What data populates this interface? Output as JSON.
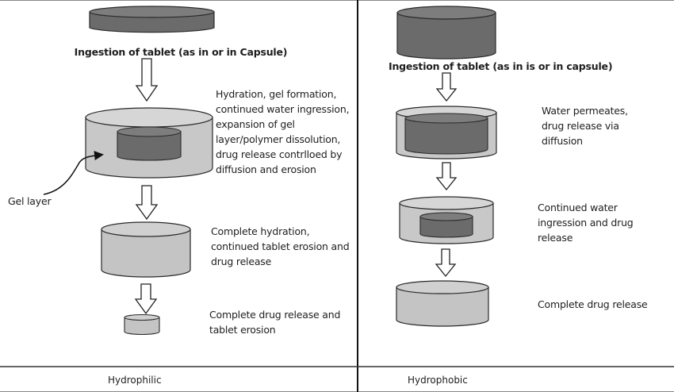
{
  "panels": {
    "hydrophilic": {
      "footer_label": "Hydrophilic",
      "ingestion_label": "Ingestion of tablet (as in or in Capsule)",
      "steps": [
        {
          "text": "Hydration, gel formation, continued water ingression, expansion of gel layer/polymer dissolution, drug release contrlloed by diffusion and erosion"
        },
        {
          "text": "Complete hydration, continued tablet erosion and drug release"
        },
        {
          "text": "Complete drug release and tablet erosion"
        }
      ],
      "callout": "Gel layer"
    },
    "hydrophobic": {
      "footer_label": "Hydrophobic",
      "ingestion_label": "Ingestion of tablet (as in is or in capsule)",
      "steps": [
        {
          "text": "Water permeates, drug release via diffusion"
        },
        {
          "text": "Continued water ingression and drug release"
        },
        {
          "text": "Complete drug release"
        }
      ]
    }
  },
  "colors": {
    "tablet_dark": "#6b6b6b",
    "tablet_dark_top": "#7d7d7d",
    "gel_light": "#c8c8c8",
    "gel_light_top": "#d6d6d6",
    "outline": "#2a2a2a",
    "divider": "#111111"
  }
}
